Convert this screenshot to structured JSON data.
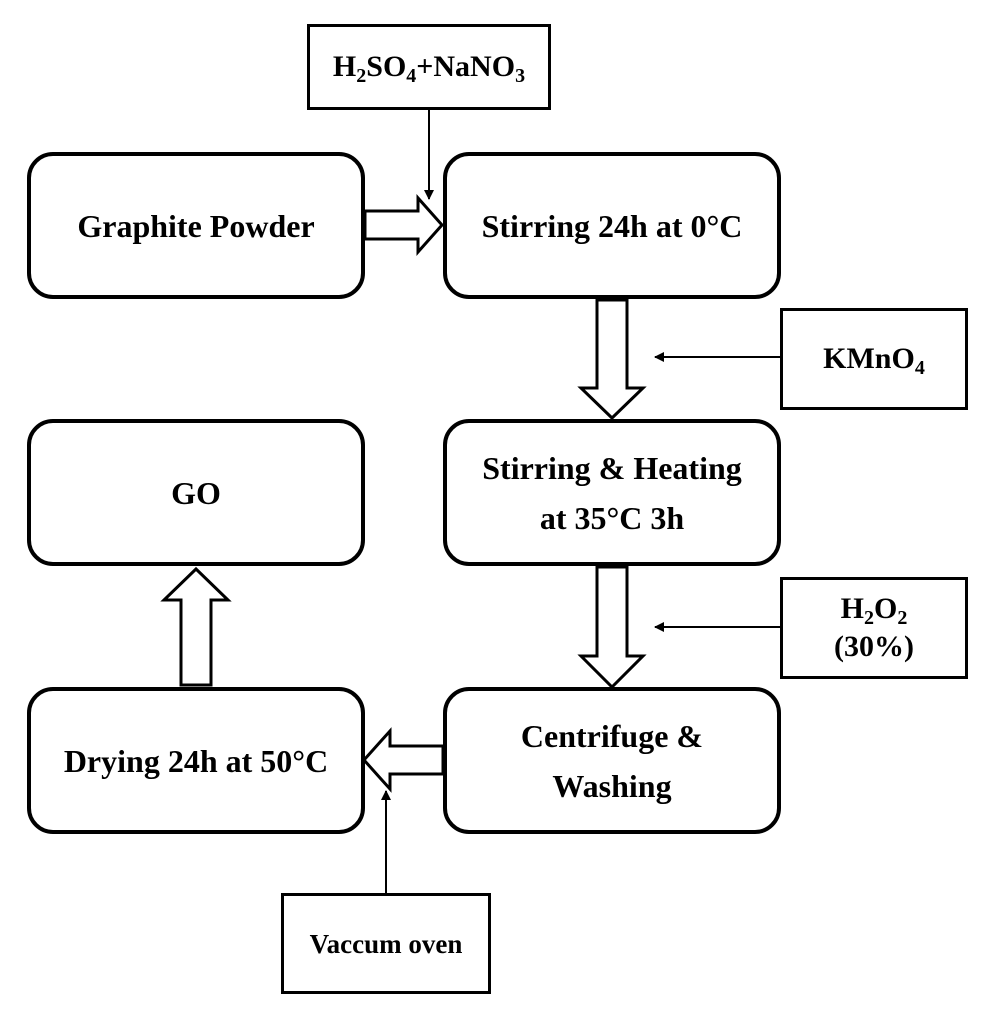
{
  "steps": {
    "graphite": "Graphite Powder",
    "stirring": "Stirring 24h at 0°C",
    "heating_l1": "Stirring & Heating",
    "heating_l2": "at 35°C 3h",
    "centrifuge_l1": "Centrifuge &",
    "centrifuge_l2": "Washing",
    "drying": "Drying 24h at 50°C",
    "go": "GO"
  },
  "reagents": {
    "acid": {
      "h": "H",
      "two": "2",
      "so": "SO",
      "four": "4",
      "plus": "+NaNO",
      "three": "3"
    },
    "kmno4": {
      "main": "KMnO",
      "sub": "4"
    },
    "h2o2": {
      "h": "H",
      "two_a": "2",
      "o": "O",
      "two_b": "2",
      "pct": "(30%)"
    },
    "oven": "Vaccum oven"
  }
}
